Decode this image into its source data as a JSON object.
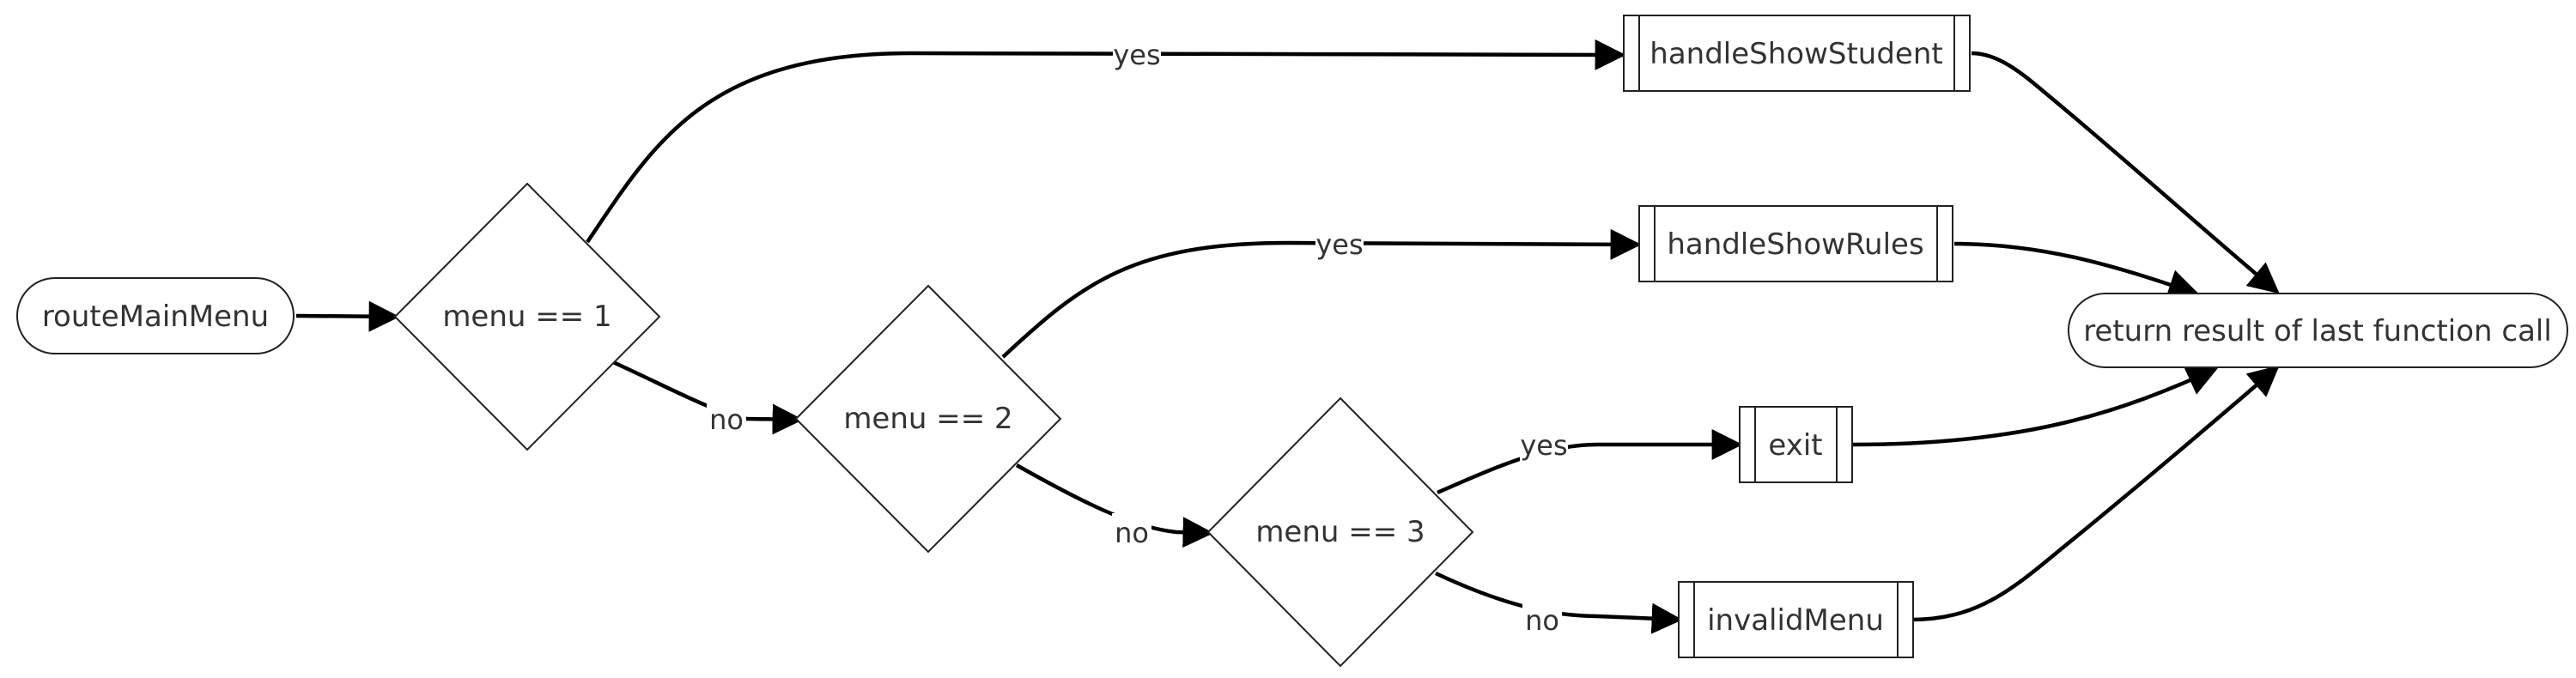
{
  "nodes": {
    "start": {
      "label": "routeMainMenu",
      "shape": "terminal"
    },
    "d1": {
      "label": "menu == 1",
      "shape": "decision"
    },
    "d2": {
      "label": "menu == 2",
      "shape": "decision"
    },
    "d3": {
      "label": "menu == 3",
      "shape": "decision"
    },
    "p_student": {
      "label": "handleShowStudent",
      "shape": "subroutine"
    },
    "p_rules": {
      "label": "handleShowRules",
      "shape": "subroutine"
    },
    "p_exit": {
      "label": "exit",
      "shape": "subroutine"
    },
    "p_invalid": {
      "label": "invalidMenu",
      "shape": "subroutine"
    },
    "end": {
      "label": "return result of last function call",
      "shape": "terminal"
    }
  },
  "edges": [
    {
      "from": "start",
      "to": "d1",
      "label": ""
    },
    {
      "from": "d1",
      "to": "p_student",
      "label": "yes"
    },
    {
      "from": "d1",
      "to": "d2",
      "label": "no"
    },
    {
      "from": "d2",
      "to": "p_rules",
      "label": "yes"
    },
    {
      "from": "d2",
      "to": "d3",
      "label": "no"
    },
    {
      "from": "d3",
      "to": "p_exit",
      "label": "yes"
    },
    {
      "from": "d3",
      "to": "p_invalid",
      "label": "no"
    },
    {
      "from": "p_student",
      "to": "end",
      "label": ""
    },
    {
      "from": "p_rules",
      "to": "end",
      "label": ""
    },
    {
      "from": "p_exit",
      "to": "end",
      "label": ""
    },
    {
      "from": "p_invalid",
      "to": "end",
      "label": ""
    }
  ],
  "colors": {
    "stroke": "#222222",
    "edge": "#000000",
    "text": "#333333",
    "background": "#ffffff"
  }
}
